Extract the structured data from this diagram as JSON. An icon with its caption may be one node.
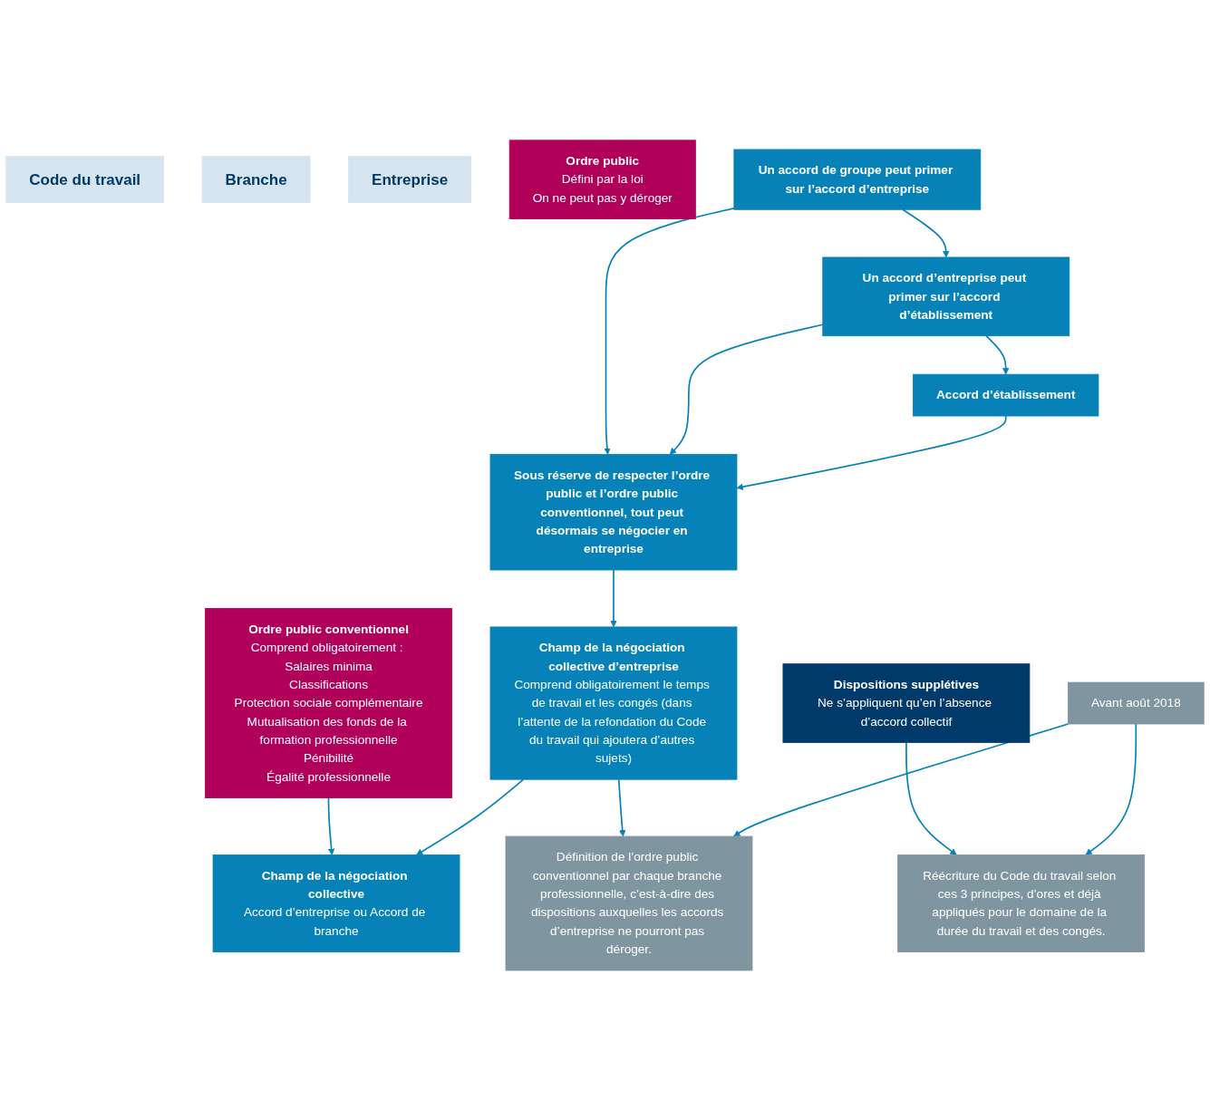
{
  "diagram": {
    "nodes": [
      {
        "text": [
          "Code du travail"
        ]
      },
      {
        "text": [
          "Branche"
        ]
      },
      {
        "text": [
          "Entreprise"
        ]
      },
      {
        "text": [
          "Ordre public",
          "Défini par la loi",
          "On ne peut pas y déroger"
        ]
      },
      {
        "text": [
          "Champ de la négociation collective",
          "Accord d’entreprise ou Accord de branche"
        ]
      },
      {
        "text": [
          "Dispositions supplétives",
          "Ne s’appliquent qu’en l’absence d’accord collectif"
        ]
      },
      {
        "text": [
          "Ordre public conventionnel",
          "Comprend obligatoirement : Salaires minima",
          "Classifications",
          "Protection sociale complémentaire",
          "Mutualisation des fonds de la formation professionnelle",
          "Pénibilité",
          "Égalité professionnelle"
        ]
      },
      {
        "text": [
          "Champ de la négociation collective d’entreprise",
          "Comprend obligatoirement le temps de travail et les congés (dans l’attente de la refondation du Code du travail qui ajoutera d’autres sujets)"
        ]
      },
      {
        "text": [
          "Sous réserve de respecter l’ordre public et l’ordre public conventionnel, tout peut désormais se négocier en entreprise"
        ]
      },
      {
        "text": [
          "Un accord de groupe peut primer sur l’accord d’entreprise"
        ]
      },
      {
        "text": [
          "Un accord d’entreprise peut primer sur l’accord d’établissement"
        ]
      },
      {
        "text": [
          "Accord d’établissement"
        ]
      },
      {
        "text": [
          "Réécriture du Code du travail selon ces 3 principes, d’ores et déjà appliqués pour le domaine de la durée du travail et des congés."
        ]
      },
      {
        "text": [
          "Avant août 2018"
        ]
      },
      {
        "text": [
          "Définition de l’ordre public conventionnel par chaque branche professionnelle, c’est-à-dire des dispositions auxquelles les accords d’entreprise ne pourront pas déroger."
        ]
      }
    ],
    "edges": [
      {
        "from": 6,
        "to": 4,
        "arrow": "to"
      },
      {
        "from": 7,
        "to": 4,
        "arrow": "to"
      },
      {
        "from": 8,
        "to": 7,
        "arrow": "to"
      },
      {
        "from": 9,
        "to": 10,
        "arrow": "to"
      },
      {
        "from": 10,
        "to": 11,
        "arrow": "to"
      },
      {
        "from": 9,
        "to": 8,
        "arrow": "to"
      },
      {
        "from": 10,
        "to": 8,
        "arrow": "to"
      },
      {
        "from": 11,
        "to": 8,
        "arrow": "to"
      },
      {
        "from": 5,
        "to": 12,
        "arrow": "to"
      },
      {
        "from": 7,
        "to": 14,
        "arrow": "to"
      },
      {
        "from": 13,
        "to": 12,
        "arrow": "to"
      },
      {
        "from": 13,
        "to": 14,
        "arrow": "to"
      }
    ]
  }
}
